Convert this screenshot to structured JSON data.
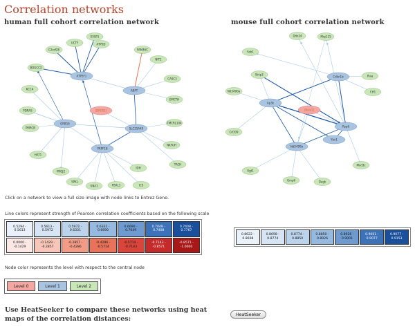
{
  "page": {
    "title": "Correlation networks",
    "human_heading": "human full cohort correlation network",
    "mouse_heading": "mouse full cohort correlation network",
    "click_caption": "Click on a network to view a full size image with node links to Entrez Gene.",
    "line_caption": "Line colors represent strength of Pearson correlation coefficients based on the following scale",
    "node_caption": "Node color represents the level with respect to the central node",
    "heatseeker_text": "Use HeatSeeker to compare these networks using heat maps of the correlation distances:",
    "heatseeker_button": "HeatSeeker"
  },
  "colors": {
    "level0": "#f4a6a0",
    "level1": "#a9c4e0",
    "level2": "#c8e6b8",
    "edge_strong": "#1f5aa8",
    "edge_light": "#a8c8e8",
    "edge_negative": "#e8663a"
  },
  "human_network": {
    "center": "[BRCR1]",
    "nodes": [
      {
        "label": "EXSP1",
        "level": 2
      },
      {
        "label": "UCTF",
        "level": 2
      },
      {
        "label": "ATP5D",
        "level": 2
      },
      {
        "label": "C2orf28",
        "level": 2
      },
      {
        "label": "FAM46C",
        "level": 2
      },
      {
        "label": "ATP5F1",
        "level": 1
      },
      {
        "label": "NIT1",
        "level": 2
      },
      {
        "label": "BOGCC2",
        "level": 2
      },
      {
        "label": "ABAT",
        "level": 1
      },
      {
        "label": "CASC3",
        "level": 2
      },
      {
        "label": "KCC4",
        "level": 2
      },
      {
        "label": "EMCTH",
        "level": 2
      },
      {
        "label": "[BRCR1]",
        "level": 0
      },
      {
        "label": "PDRAS",
        "level": 2
      },
      {
        "label": "GRB16",
        "level": 1
      },
      {
        "label": "SLC25A40",
        "level": 1
      },
      {
        "label": "TMCRL104",
        "level": 2
      },
      {
        "label": "PMRCB",
        "level": 2
      },
      {
        "label": "NKFUH",
        "level": 2
      },
      {
        "label": "HAT1",
        "level": 2
      },
      {
        "label": "PRPF18",
        "level": 1
      },
      {
        "label": "TACH",
        "level": 2
      },
      {
        "label": "PROJ2",
        "level": 2
      },
      {
        "label": "IDH",
        "level": 2
      },
      {
        "label": "UNA1",
        "level": 2
      },
      {
        "label": "FBXL1",
        "level": 2
      },
      {
        "label": "ICS",
        "level": 2
      },
      {
        "label": "SPKL",
        "level": 2
      }
    ]
  },
  "mouse_network": {
    "center": "[Bola1]",
    "nodes": [
      {
        "label": "Ddx24",
        "level": 2
      },
      {
        "label": "Mrp115",
        "level": 2
      },
      {
        "label": "Scb1",
        "level": 2
      },
      {
        "label": "Bnip3",
        "level": 2
      },
      {
        "label": "Plaa",
        "level": 2
      },
      {
        "label": "Cdkn1b",
        "level": 1
      },
      {
        "label": "Nd5490a",
        "level": 2
      },
      {
        "label": "Ctf1",
        "level": 2
      },
      {
        "label": "Ap3k",
        "level": 1
      },
      {
        "label": "[Bola1]",
        "level": 0
      },
      {
        "label": "Ppp6",
        "level": 1
      },
      {
        "label": "Cd109",
        "level": 2
      },
      {
        "label": "Ybx1",
        "level": 1
      },
      {
        "label": "Nd5490b",
        "level": 1
      },
      {
        "label": "Mxd3c",
        "level": 2
      },
      {
        "label": "Ugt1",
        "level": 2
      },
      {
        "label": "Gmp6",
        "level": 2
      },
      {
        "label": "Dagk",
        "level": 2
      }
    ]
  },
  "human_scale": [
    [
      "0.5294 -\n0.5613",
      "0.5613 -\n0.5972",
      "0.5972 -\n0.6331",
      "0.6331 -\n0.6690",
      "0.6690 -\n0.7049",
      "0.7049 -\n0.7408",
      "0.7408 -\n0.7767"
    ],
    [
      "0.0000 -\n-0.1429",
      "-0.1429 -\n-0.2857",
      "-0.2857 -\n-0.4286",
      "-0.4286 -\n-0.5714",
      "-0.5714 -\n-0.7143",
      "-0.7143 -\n-0.8571",
      "-0.8571 -\n-1.0000"
    ]
  ],
  "human_scale_colors": [
    [
      "#eaf1fa",
      "#d6e4f4",
      "#bcd3ec",
      "#96b9df",
      "#6e9ad0",
      "#3c72b8",
      "#1a4f9c"
    ],
    [
      "#fbe8e4",
      "#f7c6b8",
      "#f29b86",
      "#e8725a",
      "#d9453a",
      "#c42a2a",
      "#a81818"
    ]
  ],
  "mouse_scale": [
    "0.8622 -\n0.8698",
    "0.8698 -\n0.8774",
    "0.8774 -\n0.8850",
    "0.8850 -\n0.8926",
    "0.8926 -\n0.9001",
    "0.9001 -\n0.9077",
    "0.9077 -\n0.9153"
  ],
  "mouse_scale_colors": [
    "#eaf1fa",
    "#d6e4f4",
    "#bcd3ec",
    "#96b9df",
    "#6e9ad0",
    "#3c72b8",
    "#1a4f9c"
  ],
  "levels": [
    "Level 0",
    "Level 1",
    "Level 2"
  ]
}
